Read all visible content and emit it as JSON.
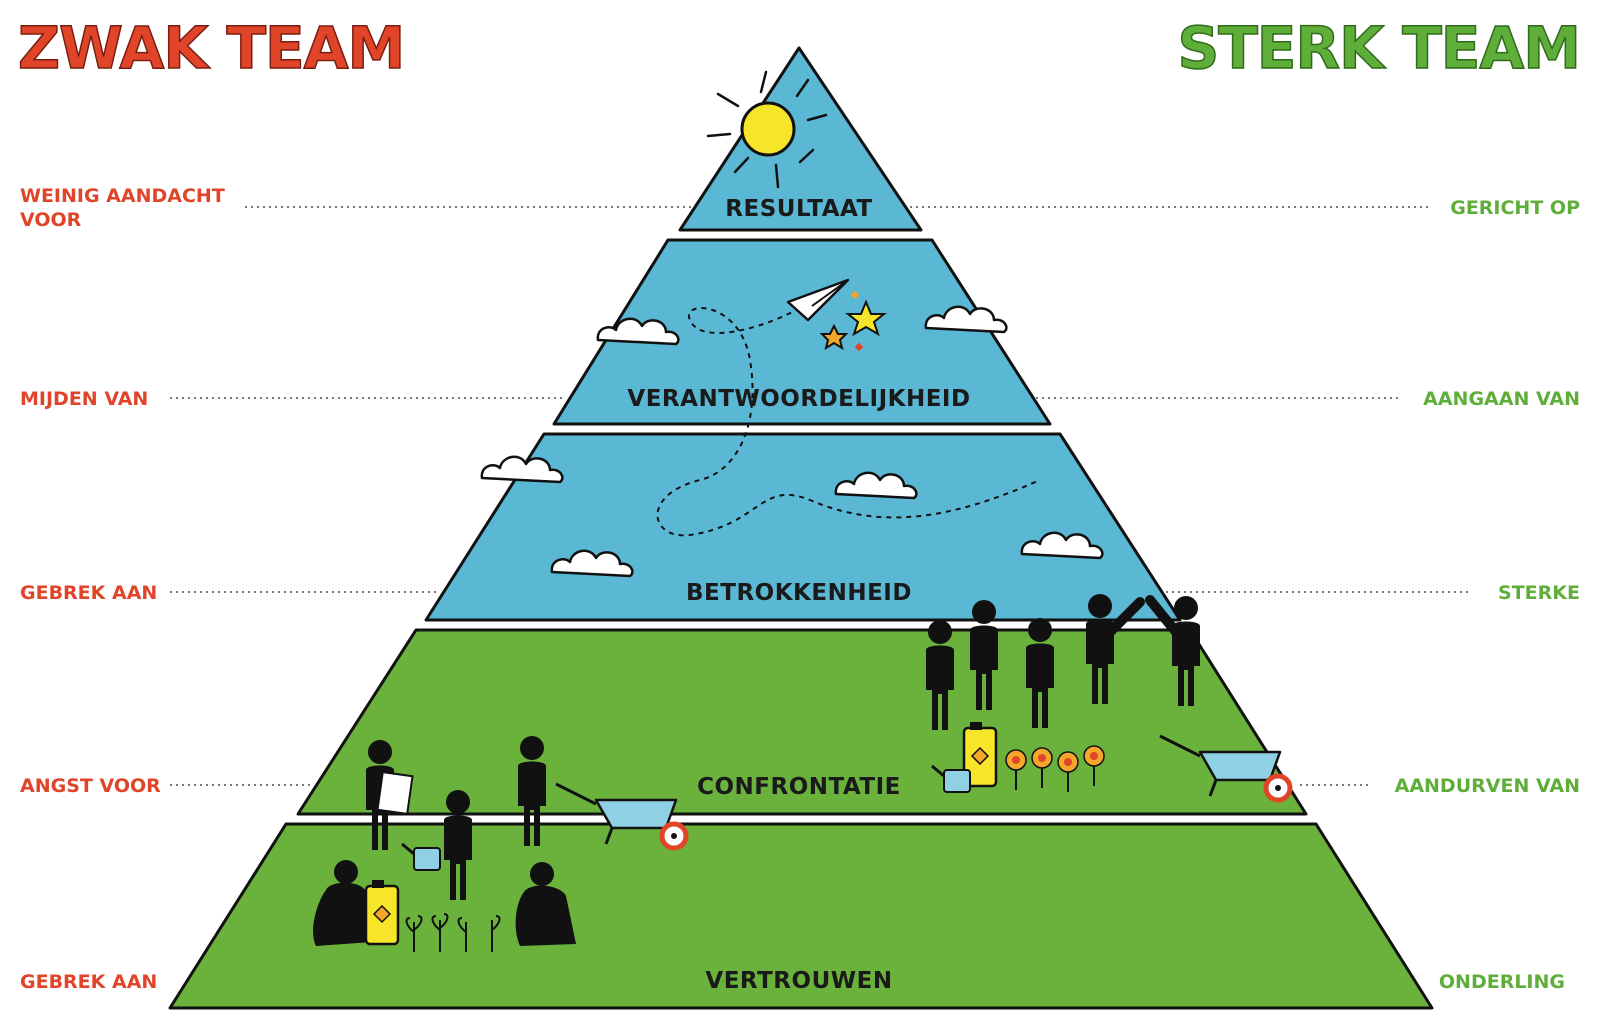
{
  "colors": {
    "weak": "#e0452a",
    "strong": "#5fae3a",
    "sky": "#5bb8d4",
    "grass": "#6ab23c",
    "outline": "#111111",
    "sun": "#f7e52a"
  },
  "titles": {
    "weak": "ZWAK TEAM",
    "strong": "STERK TEAM"
  },
  "levels": [
    {
      "name": "RESULTAAT",
      "weak": "WEINIG AANDACHT",
      "weak_line2": "VOOR",
      "strong": "GERICHT OP"
    },
    {
      "name": "VERANTWOORDELIJKHEID",
      "weak": "MIJDEN VAN",
      "strong": "AANGAAN VAN"
    },
    {
      "name": "BETROKKENHEID",
      "weak": "GEBREK AAN",
      "strong": "STERKE"
    },
    {
      "name": "CONFRONTATIE",
      "weak": "ANGST VOOR",
      "strong": "AANDURVEN VAN"
    },
    {
      "name": "VERTROUWEN",
      "weak": "GEBREK AAN",
      "strong": "ONDERLING"
    }
  ],
  "icons": [
    "sun-icon",
    "paper-plane-icon",
    "star-icon",
    "cloud-icon",
    "person-icon",
    "wheelbarrow-icon",
    "watering-can-icon",
    "flower-icon",
    "jerrycan-icon"
  ]
}
